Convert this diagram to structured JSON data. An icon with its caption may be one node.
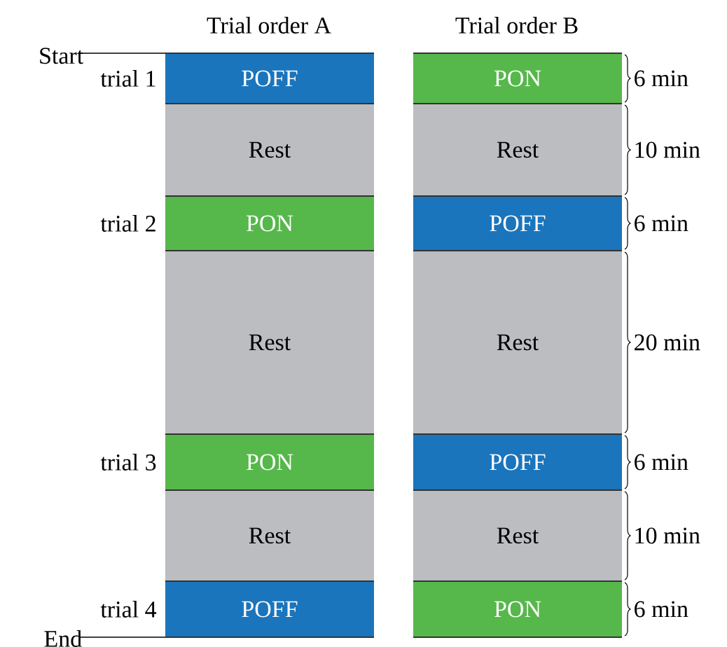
{
  "diagram": {
    "nodes": [
      {
        "text": [
          "POFF"
        ]
      },
      {
        "text": [
          "PON"
        ]
      },
      {
        "text": [
          "Rest"
        ]
      },
      {
        "text": [
          "Rest"
        ]
      },
      {
        "text": [
          "PON"
        ]
      },
      {
        "text": [
          "POFF"
        ]
      },
      {
        "text": [
          "Rest"
        ]
      },
      {
        "text": [
          "Rest"
        ]
      },
      {
        "text": [
          "PON"
        ]
      },
      {
        "text": [
          "POFF"
        ]
      },
      {
        "text": [
          "Rest"
        ]
      },
      {
        "text": [
          "Rest"
        ]
      },
      {
        "text": [
          "POFF"
        ]
      },
      {
        "text": [
          "PON"
        ]
      }
    ],
    "labels": [
      "Trial order A",
      "Trial order B",
      "Start",
      "trial 1",
      "6 min",
      "10 min",
      "trial 2",
      "6 min",
      "20 min",
      "trial 3",
      "6 min",
      "10 min",
      "trial 4",
      "6 min",
      "End"
    ]
  }
}
